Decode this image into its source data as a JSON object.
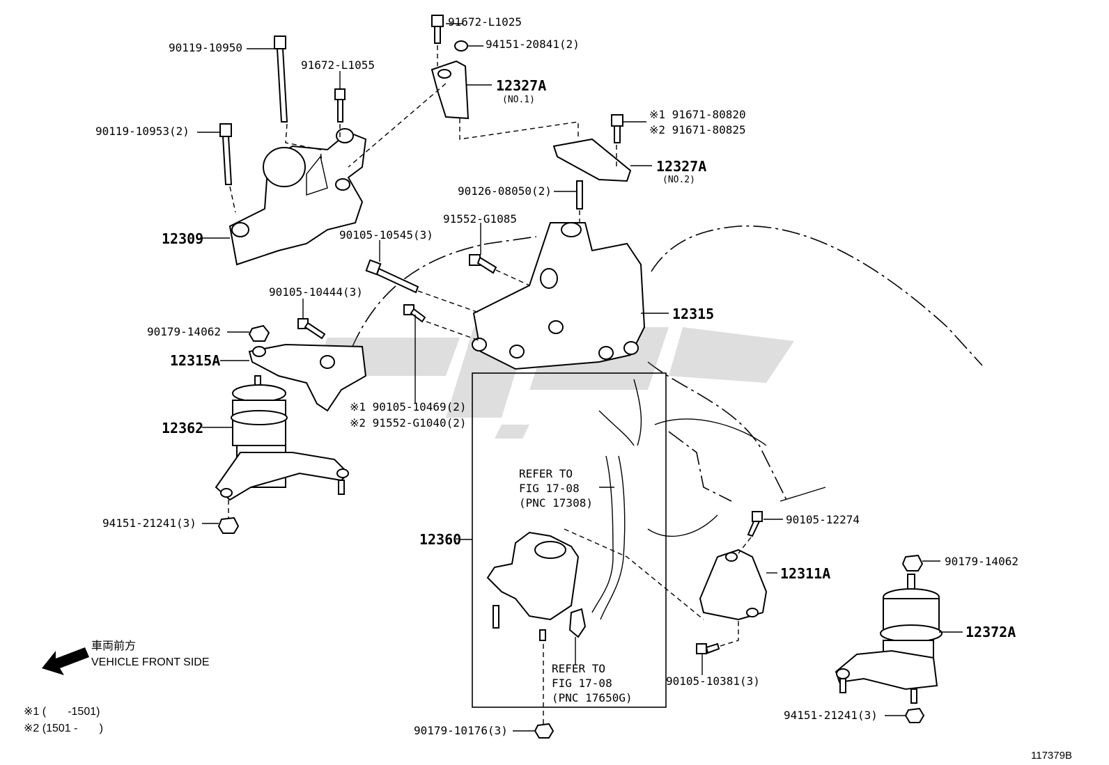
{
  "diagram_id": "117379B",
  "direction": {
    "jp": "車両前方",
    "en": "VEHICLE FRONT SIDE",
    "icon": "arrow-left-down-icon"
  },
  "notes": {
    "n1": "※1 (       -1501)",
    "n2": "※2 (1501 -       )"
  },
  "labels": {
    "p91672_L1025": "91672-L1025",
    "p94151_20841": "94151-20841(2)",
    "p90119_10950": "90119-10950",
    "p91672_L1055": "91672-L1055",
    "p12327A_1": "12327A",
    "p12327A_1_sub": "(NO.1)",
    "p91671_80820": "※1 91671-80820",
    "p91671_80825": "※2 91671-80825",
    "p90119_10953": "90119-10953(2)",
    "p12327A_2": "12327A",
    "p12327A_2_sub": "(NO.2)",
    "p90126_08050": "90126-08050(2)",
    "p91552_G1085": "91552-G1085",
    "p12309": "12309",
    "p90105_10545": "90105-10545(3)",
    "p90105_10444": "90105-10444(3)",
    "p12315": "12315",
    "p90179_14062_a": "90179-14062",
    "p12315A": "12315A",
    "p90105_10469": "※1 90105-10469(2)",
    "p91552_G1040": "※2 91552-G1040(2)",
    "p12362": "12362",
    "ref1": "REFER TO\nFIG 17-08\n(PNC 17308)",
    "p90105_12274": "90105-12274",
    "p12360": "12360",
    "p90179_14062_b": "90179-14062",
    "p12311A": "12311A",
    "p94151_21241_a": "94151-21241(3)",
    "p12372A": "12372A",
    "ref2": "REFER TO\nFIG 17-08\n(PNC 17650G)",
    "p90105_10381": "90105-10381(3)",
    "p94151_21241_b": "94151-21241(3)",
    "p90179_10176": "90179-10176(3)"
  }
}
